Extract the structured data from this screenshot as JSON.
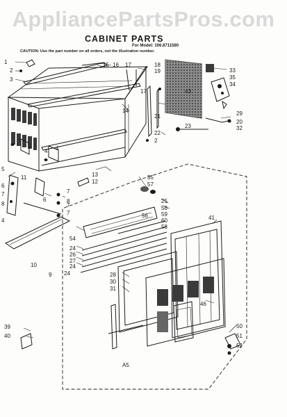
{
  "watermark": "AppliancePartsPros.com",
  "header": {
    "title": "CABINET PARTS",
    "model_line": "For Model: 106.8711580",
    "caution": "CAUTION: Use the part number on all orders, not the illustration number."
  },
  "footer_code": "A5",
  "callouts": [
    "1",
    "2",
    "3",
    "4",
    "4",
    "5",
    "6",
    "6",
    "7",
    "7",
    "7",
    "8",
    "8",
    "9",
    "10",
    "11",
    "12",
    "13",
    "14",
    "15",
    "16",
    "17",
    "17",
    "18",
    "19",
    "20",
    "21",
    "22",
    "2",
    "23",
    "24",
    "24",
    "24",
    "25",
    "26",
    "27",
    "28",
    "29",
    "30",
    "31",
    "32",
    "33",
    "34",
    "35",
    "39",
    "40",
    "41",
    "43",
    "46",
    "50",
    "51",
    "52",
    "54",
    "55",
    "56",
    "57",
    "58",
    "58",
    "59",
    "60",
    "7",
    "4"
  ]
}
